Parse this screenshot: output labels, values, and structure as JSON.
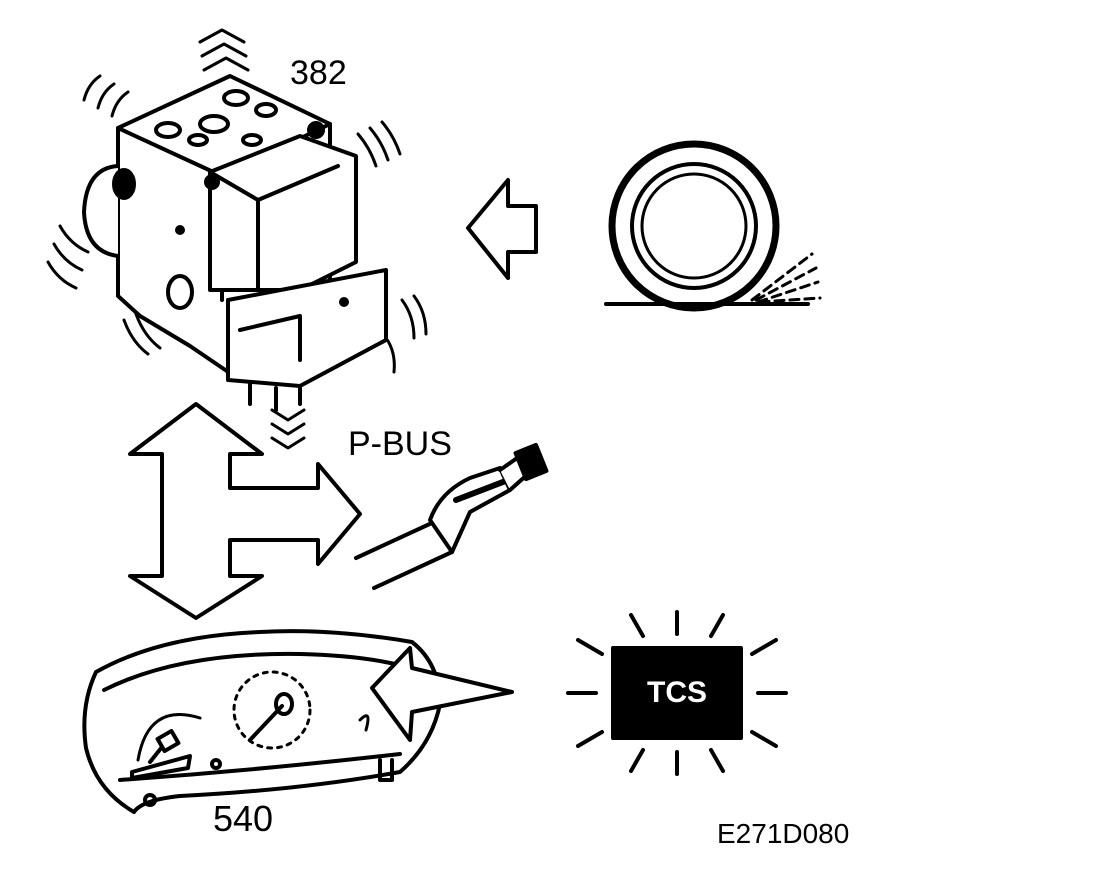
{
  "labels": {
    "abs_unit_number": "382",
    "bus_name": "P-BUS",
    "cluster_number": "540",
    "tcs_lamp_text": "TCS",
    "figure_code": "E271D080"
  },
  "colors": {
    "ink": "#000000",
    "paper": "#ffffff",
    "lamp_fill": "#000000",
    "lamp_text": "#ffffff"
  },
  "icons": [
    "abs-hydraulic-unit-icon",
    "spinning-wheel-icon",
    "instrument-cluster-icon",
    "wire-harness-icon",
    "tcs-warning-lamp-icon"
  ]
}
